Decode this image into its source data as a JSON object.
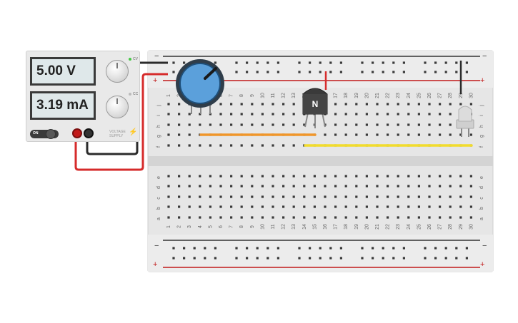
{
  "power_supply": {
    "voltage_display": "5.00 V",
    "current_display": "3.19 mA",
    "cv_label": "CV",
    "cc_label": "CC",
    "on_label": "ON",
    "brand_label": "VOLTAGE SUPPLY",
    "colors": {
      "positive": "#c21a1a",
      "negative": "#333333"
    }
  },
  "breadboard": {
    "columns": [
      "1",
      "2",
      "3",
      "4",
      "5",
      "6",
      "7",
      "8",
      "9",
      "10",
      "11",
      "12",
      "13",
      "14",
      "15",
      "16",
      "17",
      "18",
      "19",
      "20",
      "21",
      "22",
      "23",
      "24",
      "25",
      "26",
      "27",
      "28",
      "29",
      "30"
    ],
    "top_rows": [
      "j",
      "i",
      "h",
      "g",
      "f"
    ],
    "bottom_rows": [
      "e",
      "d",
      "c",
      "b",
      "a"
    ],
    "rail_plus": "+",
    "rail_minus": "−"
  },
  "components": {
    "transistor_label": "N",
    "potentiometer_color": "#2e6da4",
    "wire_colors": {
      "orange": "#f0962a",
      "yellow": "#f2dc2c",
      "red": "#d62b2b",
      "black": "#2b2b2b"
    }
  }
}
